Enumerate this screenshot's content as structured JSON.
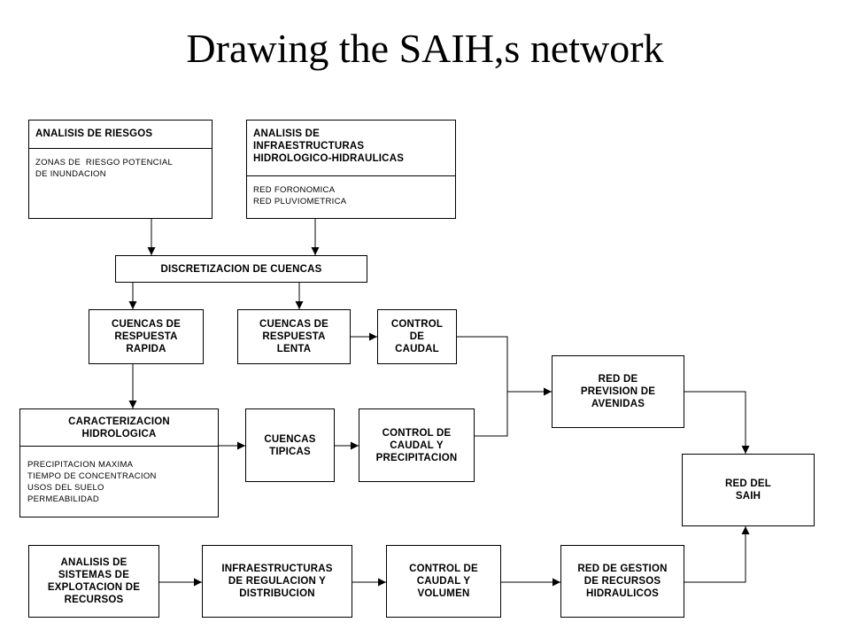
{
  "title": "Drawing the SAIH,s network",
  "nodes": {
    "analisis_riesgos": {
      "header": "ANALISIS DE RIESGOS",
      "items": [
        "ZONAS DE  RIESGO POTENCIAL",
        "DE INUNDACION"
      ]
    },
    "analisis_infraestructuras": {
      "header": [
        "ANALISIS DE",
        "INFRAESTRUCTURAS",
        "HIDROLOGICO-HIDRAULICAS"
      ],
      "items": [
        "RED FORONOMICA",
        "RED PLUVIOMETRICA"
      ]
    },
    "discretizacion": {
      "lines": [
        "DISCRETIZACION DE CUENCAS"
      ]
    },
    "cuencas_rapida": {
      "lines": [
        "CUENCAS DE",
        "RESPUESTA",
        "RAPIDA"
      ]
    },
    "cuencas_lenta": {
      "lines": [
        "CUENCAS DE",
        "RESPUESTA",
        "LENTA"
      ]
    },
    "control_caudal": {
      "lines": [
        "CONTROL",
        "DE",
        "CAUDAL"
      ]
    },
    "caracterizacion": {
      "header": [
        "CARACTERIZACION",
        "HIDROLOGICA"
      ],
      "items": [
        "PRECIPITACION MAXIMA",
        "TIEMPO DE CONCENTRACION",
        "USOS DEL SUELO",
        "PERMEABILIDAD"
      ]
    },
    "cuencas_tipicas": {
      "lines": [
        "CUENCAS",
        "TIPICAS"
      ]
    },
    "control_caudal_precip": {
      "lines": [
        "CONTROL DE",
        "CAUDAL Y",
        "PRECIPITACION"
      ]
    },
    "red_prevision": {
      "lines": [
        "RED DE",
        "PREVISION DE",
        "AVENIDAS"
      ]
    },
    "red_saih": {
      "lines": [
        "RED DEL",
        "SAIH"
      ]
    },
    "analisis_sistemas": {
      "lines": [
        "ANALISIS DE",
        "SISTEMAS DE",
        "EXPLOTACION DE",
        "RECURSOS"
      ]
    },
    "infraestructuras_regulacion": {
      "lines": [
        "INFRAESTRUCTURAS",
        "DE REGULACION Y",
        "DISTRIBUCION"
      ]
    },
    "control_caudal_volumen": {
      "lines": [
        "CONTROL DE",
        "CAUDAL Y",
        "VOLUMEN"
      ]
    },
    "red_gestion": {
      "lines": [
        "RED DE GESTION",
        "DE RECURSOS",
        "HIDRAULICOS"
      ]
    }
  }
}
